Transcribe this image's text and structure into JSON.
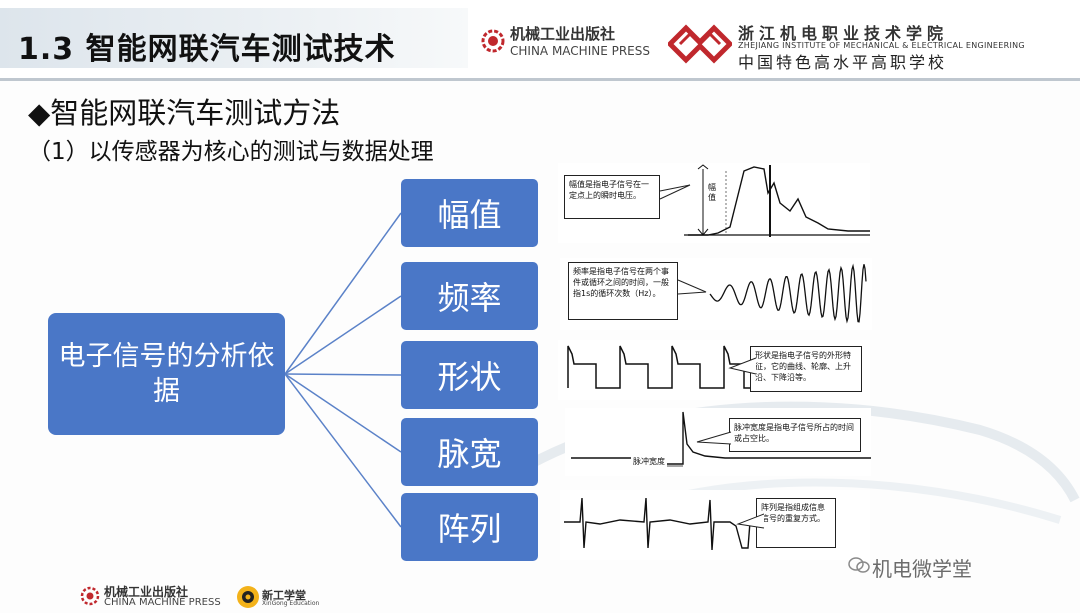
{
  "header": {
    "title": "1.3 智能网联汽车测试技术",
    "publisher": {
      "name_cn": "机械工业出版社",
      "name_en": "CHINA MACHINE PRESS"
    },
    "school": {
      "name_cn_stylized": "浙江机电职业技术学院",
      "name_en": "ZHEJIANG INSTITUTE OF MECHANICAL & ELECTRICAL ENGINEERING",
      "slogan": "中国特色高水平高职学校"
    }
  },
  "content": {
    "heading": "◆智能网联汽车测试方法",
    "subheading": "（1）以传感器为核心的测试与数据处理",
    "mindmap": {
      "center": "电子信号的分析依据",
      "nodes": [
        {
          "label": "幅值"
        },
        {
          "label": "频率"
        },
        {
          "label": "形状"
        },
        {
          "label": "脉宽"
        },
        {
          "label": "阵列"
        }
      ]
    },
    "figures": {
      "amplitude": {
        "note": "幅值是指电子信号在一定点上的瞬时电压。",
        "axis_label": "幅值"
      },
      "frequency": {
        "note": "频率是指电子信号在两个事件或循环之间的时间，一般指1s的循环次数（Hz）。"
      },
      "shape": {
        "note": "形状是指电子信号的外形特征，它的曲线、轮廓、上升沿、下降沿等。"
      },
      "pulse_width": {
        "note": "脉冲宽度是指电子信号所占的时间或占空比。",
        "label": "脉冲宽度"
      },
      "array": {
        "note": "阵列是指组成信息信号的重复方式。"
      }
    }
  },
  "footer": {
    "publisher": {
      "name_cn": "机械工业出版社",
      "name_en": "CHINA MACHINE PRESS"
    },
    "edu_brand": {
      "name_cn": "新工学堂",
      "name_en": "XinGong Education"
    },
    "watermark": "机电微学堂"
  },
  "colors": {
    "node_fill": "#4a77c7",
    "title_bar": "#dde5ec",
    "accent_red": "#c0282d"
  }
}
